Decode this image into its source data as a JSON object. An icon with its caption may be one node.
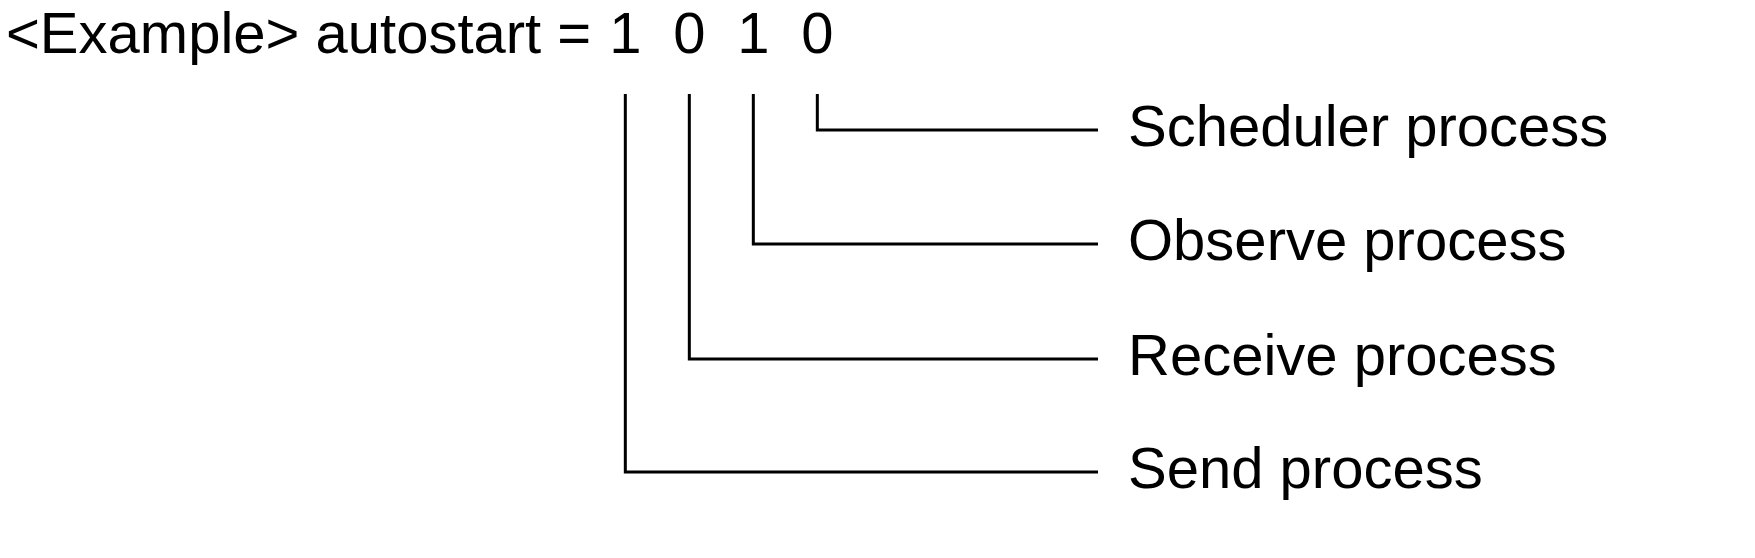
{
  "diagram": {
    "nodes": [
      {
        "text": [
          "1"
        ]
      },
      {
        "text": [
          "0"
        ]
      },
      {
        "text": [
          "1"
        ]
      },
      {
        "text": [
          "0"
        ]
      },
      {
        "text": [
          "Scheduler process"
        ]
      },
      {
        "text": [
          "Observe process"
        ]
      },
      {
        "text": [
          "Receive process"
        ]
      },
      {
        "text": [
          "Send process"
        ]
      }
    ],
    "edges": [
      {
        "from": 3,
        "to": 4,
        "arrow": "none"
      },
      {
        "from": 2,
        "to": 5,
        "arrow": "none"
      },
      {
        "from": 1,
        "to": 6,
        "arrow": "none"
      },
      {
        "from": 0,
        "to": 7,
        "arrow": "none"
      }
    ],
    "labels": [
      "<Example> autostart ="
    ]
  }
}
